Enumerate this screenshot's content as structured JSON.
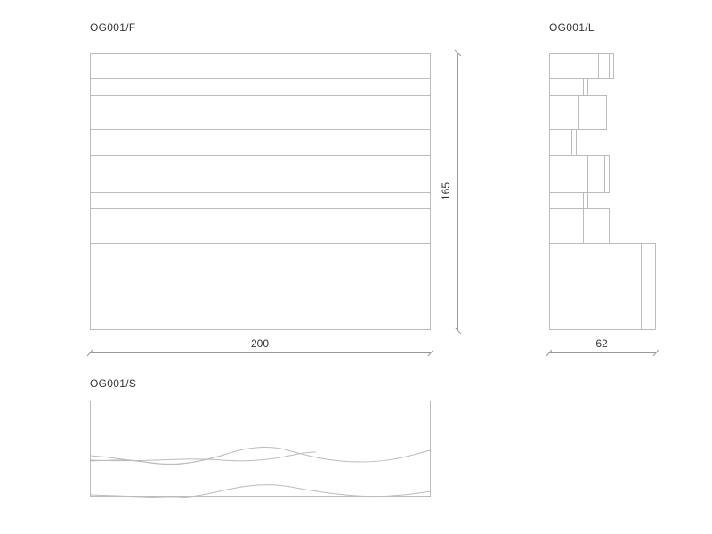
{
  "views": {
    "front_label": "OG001/F",
    "side_label": "OG001/L",
    "top_label": "OG001/S"
  },
  "dimensions": {
    "width": "200",
    "height": "165",
    "depth": "62"
  },
  "colors": {
    "line": "#bcbcbc",
    "dim_line": "#9a9a9a",
    "text": "#333333",
    "background": "#ffffff"
  }
}
